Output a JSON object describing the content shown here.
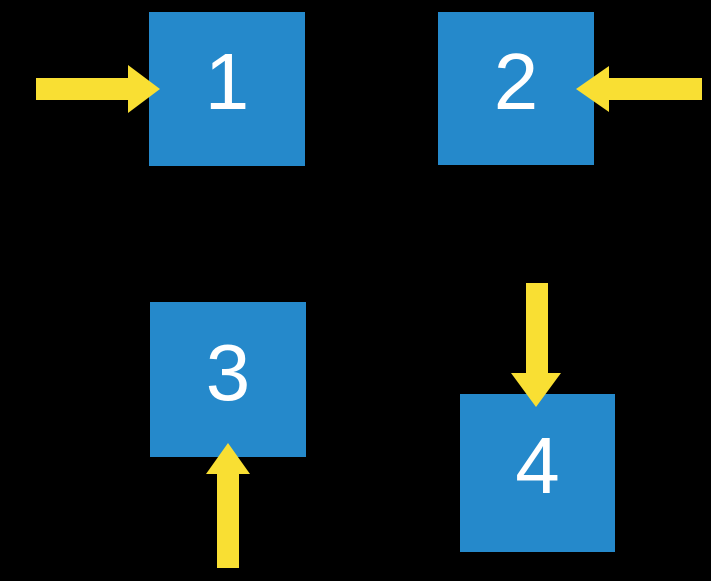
{
  "colors": {
    "background": "#000000",
    "square": "#2589CB",
    "arrow": "#F9DF33",
    "number_text": "#FFFFFF"
  },
  "squares": [
    {
      "label": "1",
      "arrow": {
        "points": "right",
        "enters_from": "left"
      }
    },
    {
      "label": "2",
      "arrow": {
        "points": "left",
        "enters_from": "right"
      }
    },
    {
      "label": "3",
      "arrow": {
        "points": "up",
        "enters_from": "bottom"
      }
    },
    {
      "label": "4",
      "arrow": {
        "points": "down",
        "enters_from": "top"
      }
    }
  ]
}
